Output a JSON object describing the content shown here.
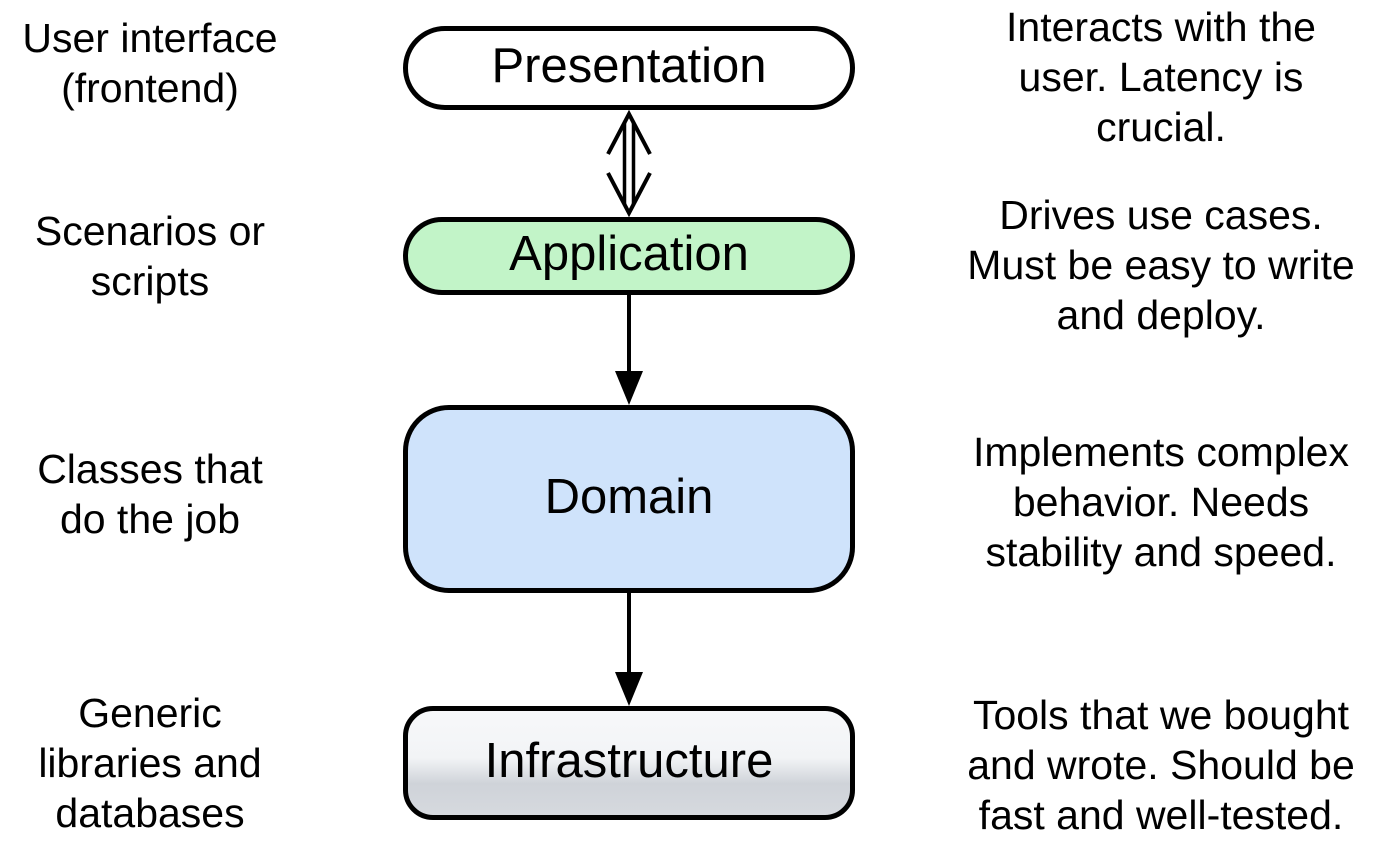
{
  "diagram": {
    "type": "layered-architecture",
    "background_color": "#ffffff",
    "stroke_color": "#000000",
    "text_color": "#000000",
    "layers": [
      {
        "name": "Presentation",
        "left_note": "User interface\n(frontend)",
        "right_note": "Interacts with the\nuser. Latency is\ncrucial.",
        "fill_css": "#ffffff"
      },
      {
        "name": "Application",
        "left_note": "Scenarios or\nscripts",
        "right_note": "Drives use cases.\nMust be easy to write\nand deploy.",
        "fill_css": "#c2f4c8"
      },
      {
        "name": "Domain",
        "left_note": "Classes that\ndo the job",
        "right_note": "Implements complex\nbehavior. Needs\nstability and speed.",
        "fill_css": "#cfe3fb"
      },
      {
        "name": "Infrastructure",
        "left_note": "Generic\nlibraries and\ndatabases",
        "right_note": "Tools that we bought\nand wrote. Should be\nfast and well-tested.",
        "fill_css": "linear-gradient(180deg, #f7f8fa 0%, #f2f4f6 45%, #cfd3d9 70%, #d6d9de 100%)"
      }
    ],
    "connectors": [
      {
        "from": "Presentation",
        "to": "Application",
        "style": "double-shaft, open arrowheads both ends"
      },
      {
        "from": "Application",
        "to": "Domain",
        "style": "solid line, filled arrowhead down"
      },
      {
        "from": "Domain",
        "to": "Infrastructure",
        "style": "solid line, filled arrowhead down"
      }
    ]
  }
}
